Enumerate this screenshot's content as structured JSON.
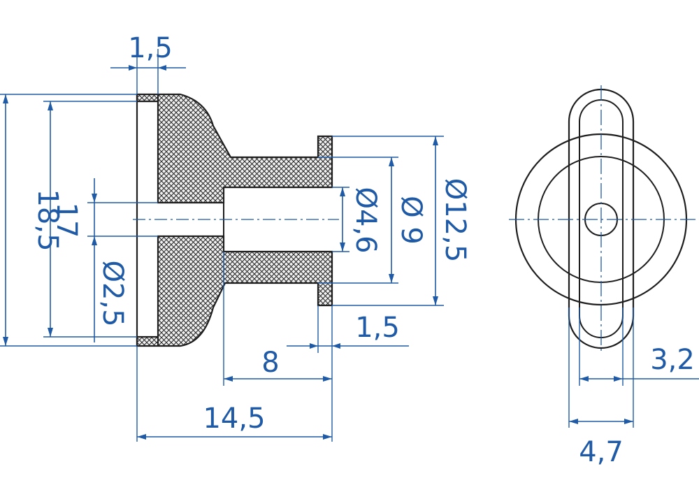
{
  "side_view": {
    "top_width_label": "1,5",
    "total_height_label": "18,5",
    "inner_height_label": "17",
    "small_bore_label": "Ø2,5",
    "bore_label": "Ø4,6",
    "shaft_label": "Ø 9",
    "flange_label": "Ø12,5",
    "flange_width_label": "1,5",
    "bore_length_label": "8",
    "total_length_label": "14,5"
  },
  "front_view": {
    "slot_width_label": "3,2",
    "tab_width_label": "4,7"
  },
  "colors": {
    "dimension": "#1f5aa6",
    "outline": "#1e1e1e"
  }
}
